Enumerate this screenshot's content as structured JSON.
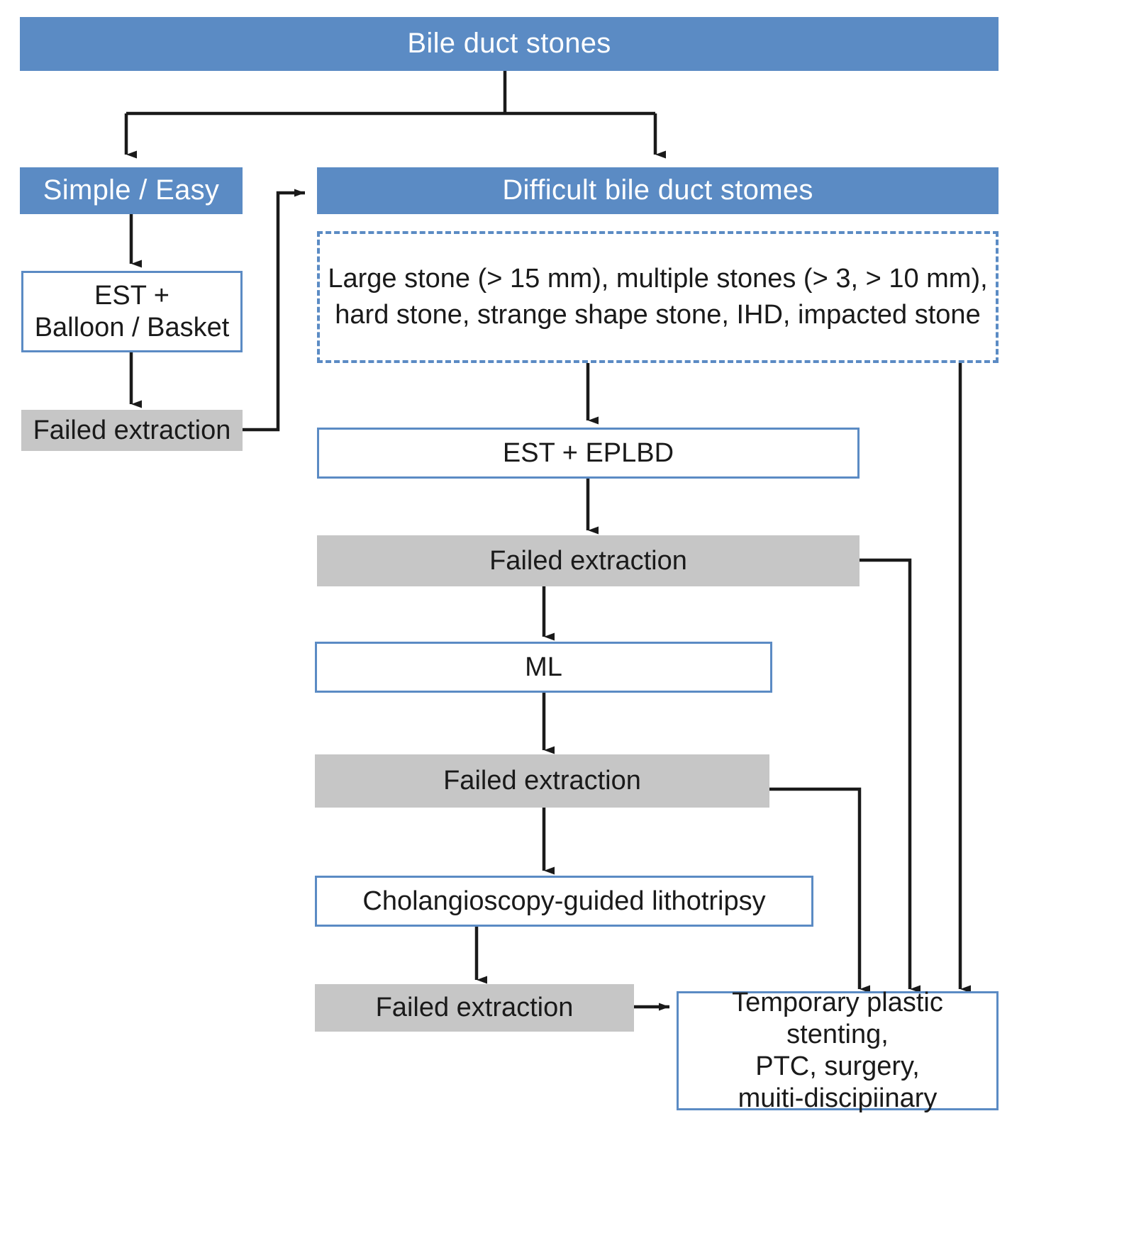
{
  "diagram": {
    "title_node": {
      "label": "Bile duct stones"
    },
    "branches": {
      "simple": {
        "label": "Simple /  Easy"
      },
      "difficult": {
        "label": "Difficult bile duct stomes"
      }
    },
    "nodes": {
      "est_balloon_basket": {
        "label": "EST +\nBalloon / Basket"
      },
      "failed_left": {
        "label": "Failed extraction"
      },
      "criteria": {
        "label": "Large stone (> 15 mm), multiple stones (> 3, > 10 mm),\nhard stone, strange shape stone, IHD, impacted stone"
      },
      "est_eplbd": {
        "label": "EST + EPLBD"
      },
      "failed_1": {
        "label": "Failed extraction"
      },
      "ml": {
        "label": "ML"
      },
      "failed_2": {
        "label": "Failed extraction"
      },
      "cholangioscopy": {
        "label": "Cholangioscopy-guided lithotripsy"
      },
      "failed_3": {
        "label": "Failed extraction"
      },
      "salvage": {
        "label": "Temporary plastic stenting,\nPTC, surgery,\nmuiti-discipiinary"
      }
    },
    "colors": {
      "header_blue": "#5B8BC4",
      "box_border_blue": "#5B8BC4",
      "gray_fill": "#C6C6C6",
      "line_black": "#1a1a1a",
      "text_white": "#ffffff",
      "text_dark": "#1a1a1a"
    }
  }
}
